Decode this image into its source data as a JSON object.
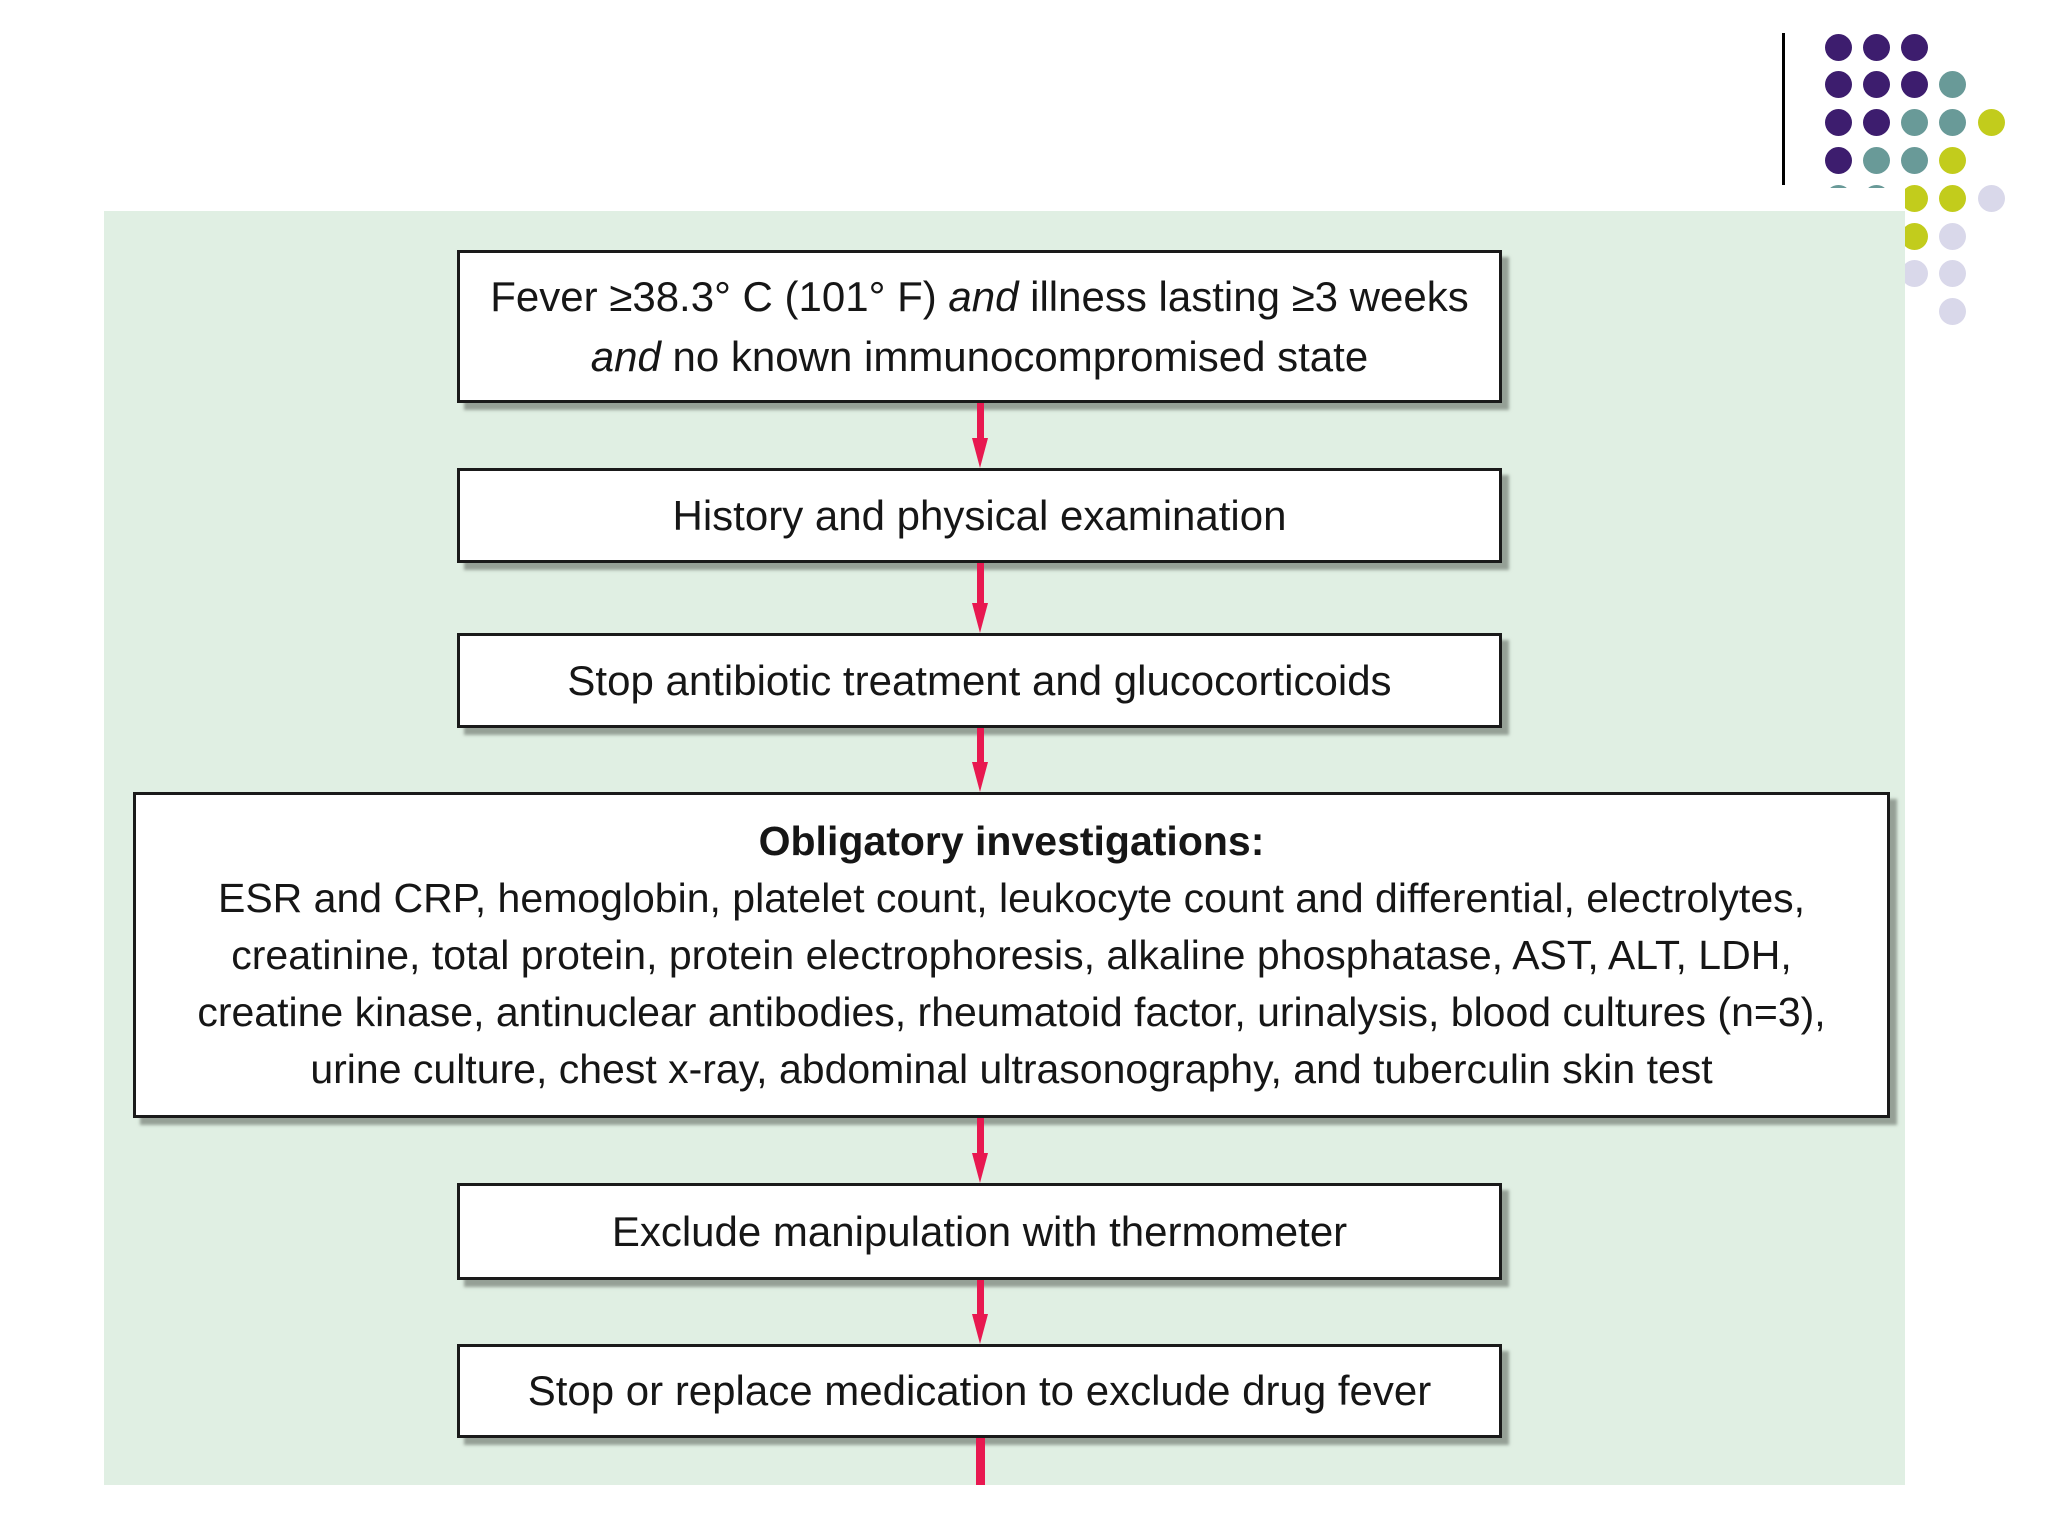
{
  "palette": {
    "background": "#ffffff",
    "panel_green": "#e0efe3",
    "box_border": "#1a1a1a",
    "arrow_red": "#e81850",
    "shadow_gray": "#97a199"
  },
  "decoration": {
    "divider_line_color": "#000000",
    "dot_colors": {
      "P": "#3d1d6e",
      "T": "#699a98",
      "Y": "#c2cc1c",
      "L": "#d9d8ea"
    },
    "dot_grid": [
      [
        "P",
        "P",
        "P",
        "",
        ""
      ],
      [
        "P",
        "P",
        "P",
        "T",
        ""
      ],
      [
        "P",
        "P",
        "T",
        "T",
        "Y"
      ],
      [
        "P",
        "T",
        "T",
        "Y",
        ""
      ],
      [
        "T",
        "T",
        "Y",
        "Y",
        "L"
      ],
      [
        "",
        "",
        "Y",
        "L",
        ""
      ],
      [
        "",
        "",
        "L",
        "L",
        ""
      ],
      [
        "",
        "",
        "",
        "L",
        ""
      ]
    ]
  },
  "flowchart": {
    "box1": {
      "part1": "Fever ≥38.3° C (101° F) ",
      "italic1": "and",
      "part2": " illness lasting ≥3 weeks",
      "italic2": "and",
      "part3": " no known immunocompromised state"
    },
    "box2": {
      "label": "History and physical examination"
    },
    "box3": {
      "label": "Stop antibiotic treatment and glucocorticoids"
    },
    "box4": {
      "title": "Obligatory investigations:",
      "lines": [
        "ESR and CRP, hemoglobin, platelet count, leukocyte count and differential, electrolytes,",
        "creatinine, total protein, protein electrophoresis, alkaline phosphatase, AST, ALT, LDH,",
        "creatine kinase, antinuclear antibodies, rheumatoid factor, urinalysis, blood cultures (n=3),",
        "urine culture, chest x-ray, abdominal ultrasonography, and tuberculin skin test"
      ]
    },
    "box5": {
      "label": "Exclude manipulation with thermometer"
    },
    "box6": {
      "label": "Stop or replace medication to exclude drug fever"
    }
  }
}
